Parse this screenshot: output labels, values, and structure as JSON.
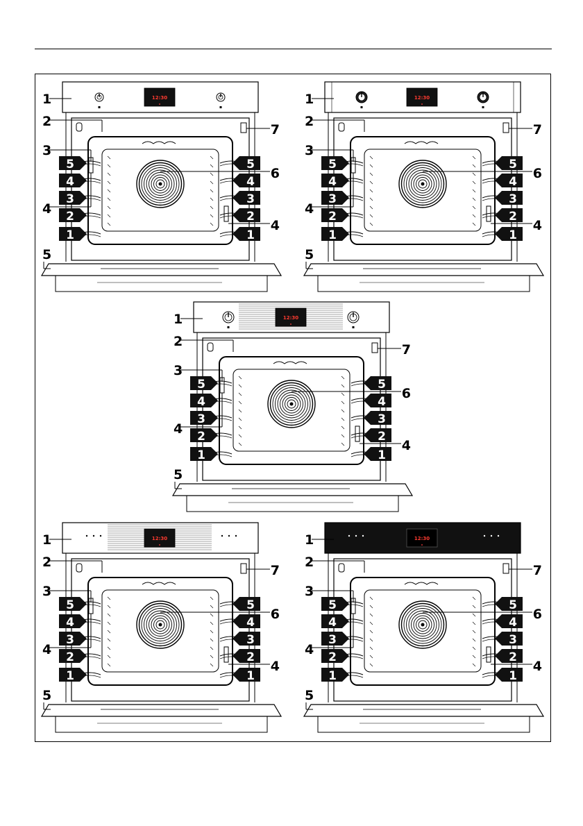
{
  "display_time": "12:30",
  "labels": {
    "panel": "1",
    "frame_top": "2",
    "side_rail": "3",
    "rail_rod": "4",
    "door": "5",
    "fan": "6",
    "lamp": "7"
  },
  "shelf_levels": [
    "5",
    "4",
    "3",
    "2",
    "1"
  ],
  "ovens": [
    {
      "id": "a",
      "panel": "classic-knobs"
    },
    {
      "id": "b",
      "panel": "flush-knobs"
    },
    {
      "id": "c",
      "panel": "linea-knobs"
    },
    {
      "id": "d",
      "panel": "touch-steel"
    },
    {
      "id": "e",
      "panel": "touch-black"
    }
  ],
  "colors": {
    "line": "#000000",
    "panel_black": "#111111",
    "display": "#111111",
    "display_text": "#ff3b30",
    "paper": "#ffffff"
  }
}
